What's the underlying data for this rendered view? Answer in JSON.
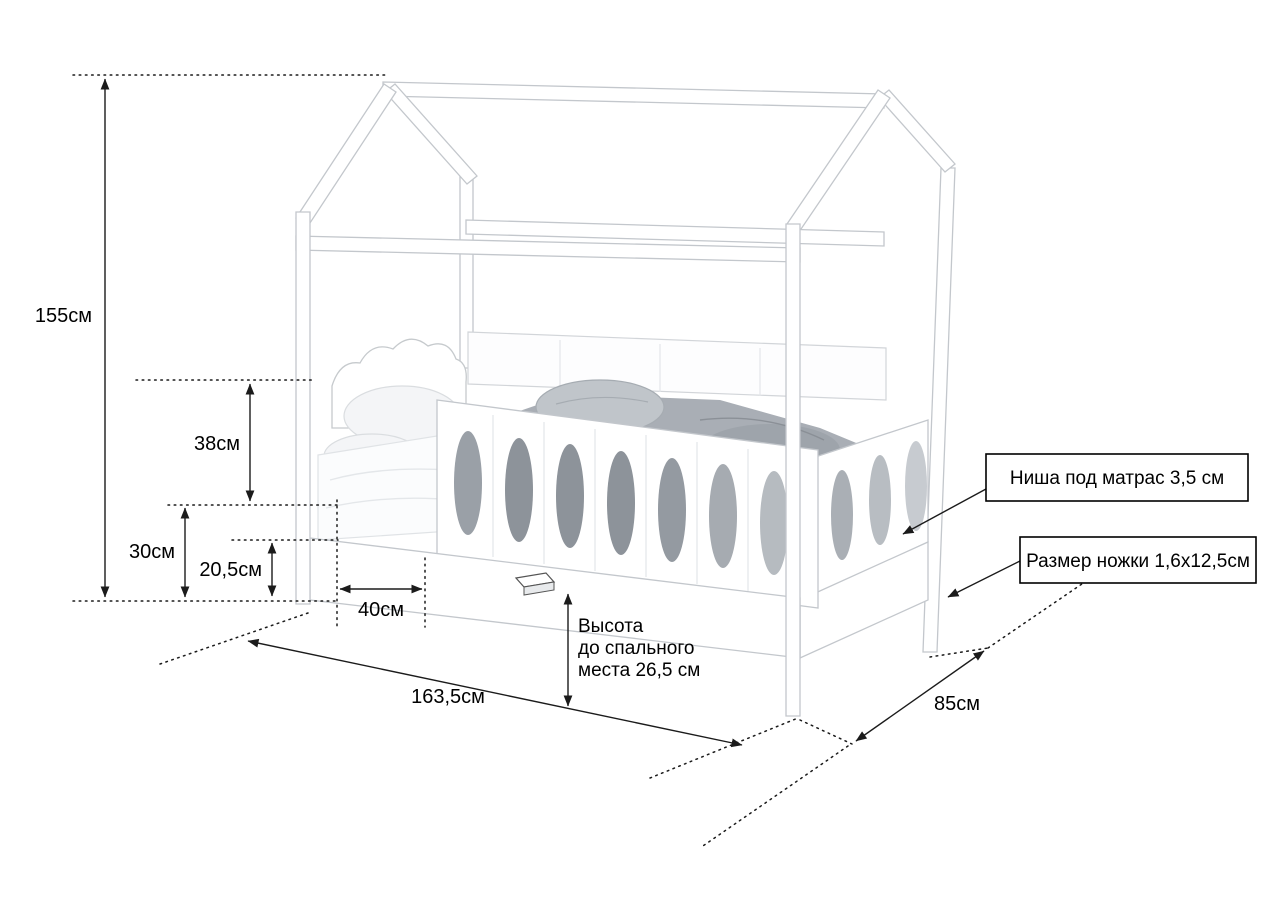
{
  "dims": {
    "total_height": "155см",
    "rail_height": "38см",
    "base_height": "30см",
    "under_clearance": "20,5см",
    "entry_width": "40см",
    "length": "163,5см",
    "width": "85см"
  },
  "notes": {
    "sleep_line1": "Высота",
    "sleep_line2": "до спального",
    "sleep_line3": "места 26,5 см",
    "niche": "Ниша под матрас 3,5 см",
    "leg": "Размер ножки 1,6x12,5см"
  },
  "colors": {
    "dimension_lines": "#1b1b1b",
    "bed_outline": "#c3c7cc",
    "blanket_gray": "#a9aeb5",
    "background": "#ffffff"
  }
}
